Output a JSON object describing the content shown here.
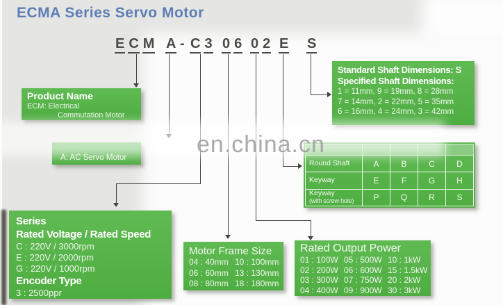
{
  "colors": {
    "green": "#57b349",
    "blue": "#5d7eb5",
    "line": "#44423f",
    "code": "#4c4a46",
    "watermark": "#9c9c9c"
  },
  "title": "ECMA Series Servo Motor",
  "model_code": [
    "ECM",
    "A",
    "-",
    "C3",
    "06",
    "02",
    "E",
    "S"
  ],
  "watermark": "en.china.cn",
  "product_name": {
    "title": "Product Name",
    "line1": "ECM: Electrical",
    "line2": "Commutation Motor"
  },
  "motor_type": {
    "label": "A: AC Servo Motor"
  },
  "shaft_dimensions": {
    "title1": "Standard Shaft Dimensions: S",
    "title2": "Specified Shaft Dimensions:",
    "rows": [
      "1 = 11mm, 9 = 19mm, 8 = 28mm",
      "7 = 14mm, 2 = 22mm, 5 = 35mm",
      "6 = 16mm, 4 = 24mm, 3 = 42mm"
    ]
  },
  "shaft_table": {
    "rows": [
      {
        "label": "Round Shaft",
        "sublabel": "",
        "cells": [
          "A",
          "B",
          "C",
          "D"
        ]
      },
      {
        "label": "Keyway",
        "sublabel": "",
        "cells": [
          "E",
          "F",
          "G",
          "H"
        ]
      },
      {
        "label": "Keyway",
        "sublabel": "(with screw hole)",
        "cells": [
          "P",
          "Q",
          "R",
          "S"
        ]
      }
    ]
  },
  "series": {
    "title1": "Series",
    "title2": "Rated Voltage / Rated Speed",
    "voltages": [
      "C : 220V / 3000rpm",
      "E : 220V / 2000rpm",
      "G : 220V / 1000rpm"
    ],
    "title3": "Encoder Type",
    "encoder": "3 : 2500ppr"
  },
  "frame_size": {
    "title": "Motor Frame Size",
    "rows": [
      [
        "04 : 40mm",
        "10 : 100mm"
      ],
      [
        "06 : 60mm",
        "13 : 130mm"
      ],
      [
        "08 : 80mm",
        "18 : 180mm"
      ]
    ]
  },
  "output_power": {
    "title": "Rated Output Power",
    "rows": [
      [
        "01 : 100W",
        "05 : 500W",
        "10 : 1kW"
      ],
      [
        "02 : 200W",
        "06 : 600W",
        "15 : 1.5kW"
      ],
      [
        "03 : 300W",
        "07 : 750W",
        "20 : 2kW"
      ],
      [
        "04 : 400W",
        "09 : 900W",
        "30 : 3kW"
      ]
    ]
  }
}
